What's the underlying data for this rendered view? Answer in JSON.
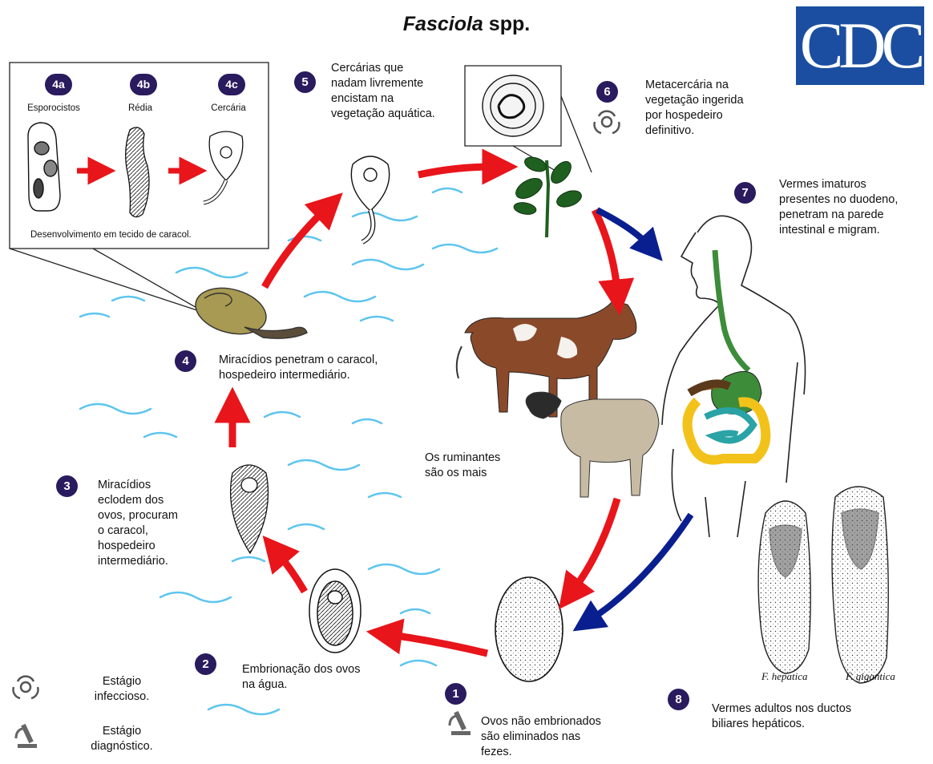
{
  "title": {
    "genus": "Fasciola",
    "suffix": "spp."
  },
  "logo": {
    "text": "CDC"
  },
  "inset": {
    "stages": [
      {
        "num": "4a",
        "label": "Esporocistos"
      },
      {
        "num": "4b",
        "label": "Rédia"
      },
      {
        "num": "4c",
        "label": "Cercária"
      }
    ],
    "caption": "Desenvolvimento em tecido de caracol."
  },
  "steps": [
    {
      "num": "1",
      "text": "Ovos não embrionados\nsão eliminados nas\nfezes."
    },
    {
      "num": "2",
      "text": "Embrionação dos ovos\nna água."
    },
    {
      "num": "3",
      "text": "Miracídios\neclodem dos\novos, procuram\no caracol,\nhospedeiro\nintermediário."
    },
    {
      "num": "4",
      "text": "Miracídios penetram o caracol,\nhospedeiro intermediário."
    },
    {
      "num": "5",
      "text": "Cercárias que\nnadam livremente\nencistam na\nvegetação aquática."
    },
    {
      "num": "6",
      "text": "Metacercária na\nvegetação ingerida\npor hospedeiro\ndefinitivo."
    },
    {
      "num": "7",
      "text": "Vermes imaturos\npresentes no duodeno,\npenetram na parede\nintestinal e migram."
    },
    {
      "num": "8",
      "text": "Vermes adultos nos ductos\nbiliares hepáticos."
    }
  ],
  "ruminants": "Os ruminantes\nsão os mais",
  "species": [
    "F. hepatica",
    "F. gigantica"
  ],
  "legend": [
    {
      "icon": "biohazard-icon",
      "text": "Estágio\ninfeccioso."
    },
    {
      "icon": "microscope-icon",
      "text": "Estágio\ndiagnóstico."
    }
  ],
  "colors": {
    "red_arrow": "#e8151b",
    "blue_arrow": "#0a1f8f",
    "water": "#5ec5ee",
    "badge": "#2a1a5e",
    "cdc_blue": "#1b4ea0",
    "gut_green": "#3d8c3a",
    "gut_yellow": "#f2c21b",
    "gut_teal": "#2aa3a6",
    "cow_brown": "#8a4a2a"
  }
}
